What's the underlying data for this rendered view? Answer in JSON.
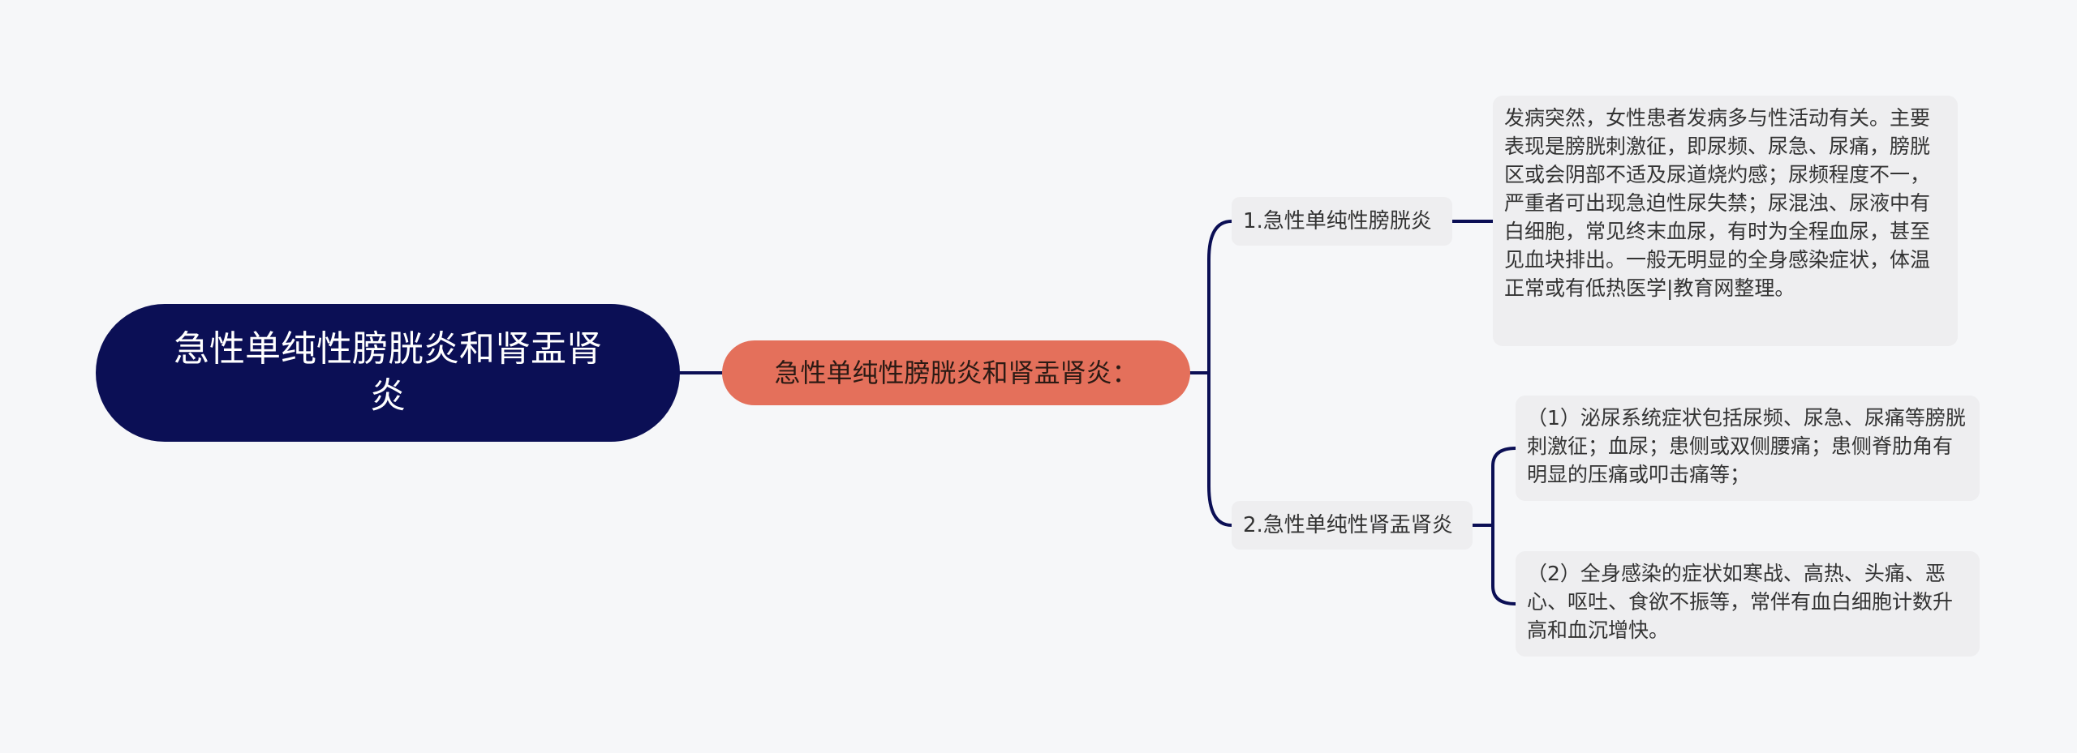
{
  "mindmap": {
    "root": {
      "label": "急性单纯性膀胱炎和肾盂肾炎"
    },
    "subtopic": {
      "label": "急性单纯性膀胱炎和肾盂肾炎："
    },
    "branches": [
      {
        "label": "1.急性单纯性膀胱炎",
        "details": [
          "发病突然，女性患者发病多与性活动有关。主要表现是膀胱刺激征，即尿频、尿急、尿痛，膀胱区或会阴部不适及尿道烧灼感；尿频程度不一，严重者可出现急迫性尿失禁；尿混浊、尿液中有白细胞，常见终末血尿，有时为全程血尿，甚至见血块排出。一般无明显的全身感染症状，体温正常或有低热医学|教育网整理。"
        ]
      },
      {
        "label": "2.急性单纯性肾盂肾炎",
        "details": [
          "（1）泌尿系统症状包括尿频、尿急、尿痛等膀胱刺激征；血尿；患侧或双侧腰痛；患侧脊肋角有明显的压痛或叩击痛等；",
          "（2）全身感染的症状如寒战、高热、头痛、恶心、呕吐、食欲不振等，常伴有血白细胞计数升高和血沉增快。"
        ]
      }
    ],
    "colors": {
      "background": "#f6f7f9",
      "root_fill": "#0b0f55",
      "subtopic_fill": "#e4705b",
      "node_fill": "#eeeef0",
      "connector": "#0b0f55"
    }
  }
}
